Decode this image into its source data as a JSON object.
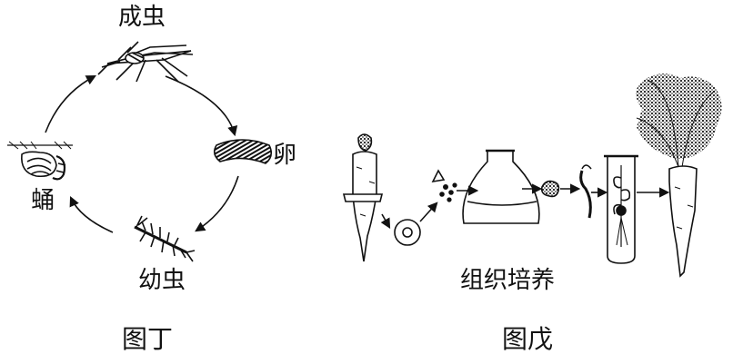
{
  "figure_ding": {
    "caption": "图丁",
    "stages": {
      "adult": "成虫",
      "egg": "卵",
      "larva": "幼虫",
      "pupa": "蛹"
    }
  },
  "figure_wu": {
    "caption": "图戊",
    "process_label": "组织培养"
  },
  "colors": {
    "ink": "#111111",
    "background": "#ffffff"
  }
}
